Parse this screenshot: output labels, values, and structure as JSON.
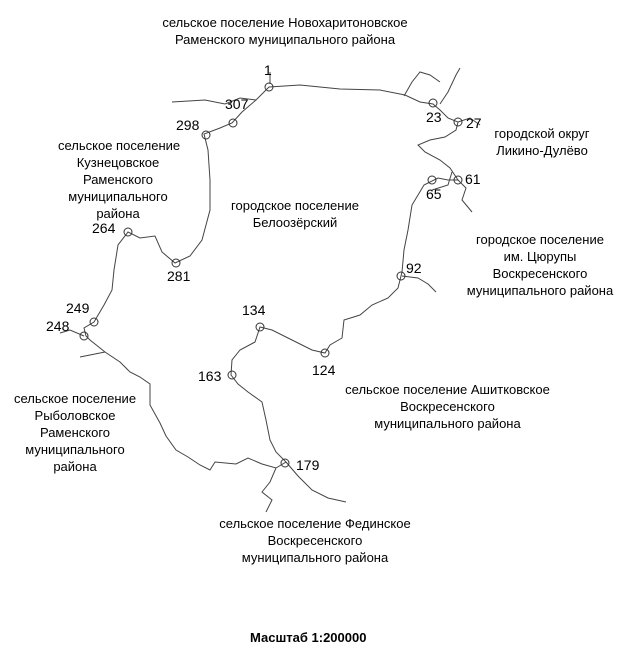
{
  "regions": {
    "north": [
      "сельское поселение Новохаритоновское",
      "Раменского муниципального района"
    ],
    "kuzn": [
      "сельское поселение",
      "Кузнецовское",
      "Раменского",
      "муниципального",
      "района"
    ],
    "likino": [
      "городской округ",
      "Ликино-Дулёво"
    ],
    "center": [
      "городское поселение",
      "Белоозёрский"
    ],
    "tsyurupy": [
      "городское поселение",
      "им. Цюрупы",
      "Воскресенского",
      "муниципального района"
    ],
    "ashit": [
      "сельское поселение Ашитковское",
      "Воскресенского",
      "муниципального района"
    ],
    "rybol": [
      "сельское поселение",
      "Рыболовское",
      "Раменского",
      "муниципального",
      "района"
    ],
    "fedin": [
      "сельское поселение Фединское",
      "Воскресенского",
      "муниципального района"
    ]
  },
  "points": {
    "p1": "1",
    "p307": "307",
    "p298": "298",
    "p23": "23",
    "p27": "27",
    "p65": "65",
    "p61": "61",
    "p264": "264",
    "p281": "281",
    "p92": "92",
    "p249": "249",
    "p248": "248",
    "p134": "134",
    "p124": "124",
    "p163": "163",
    "p179": "179"
  },
  "scale_text": "Масштаб 1:200000"
}
